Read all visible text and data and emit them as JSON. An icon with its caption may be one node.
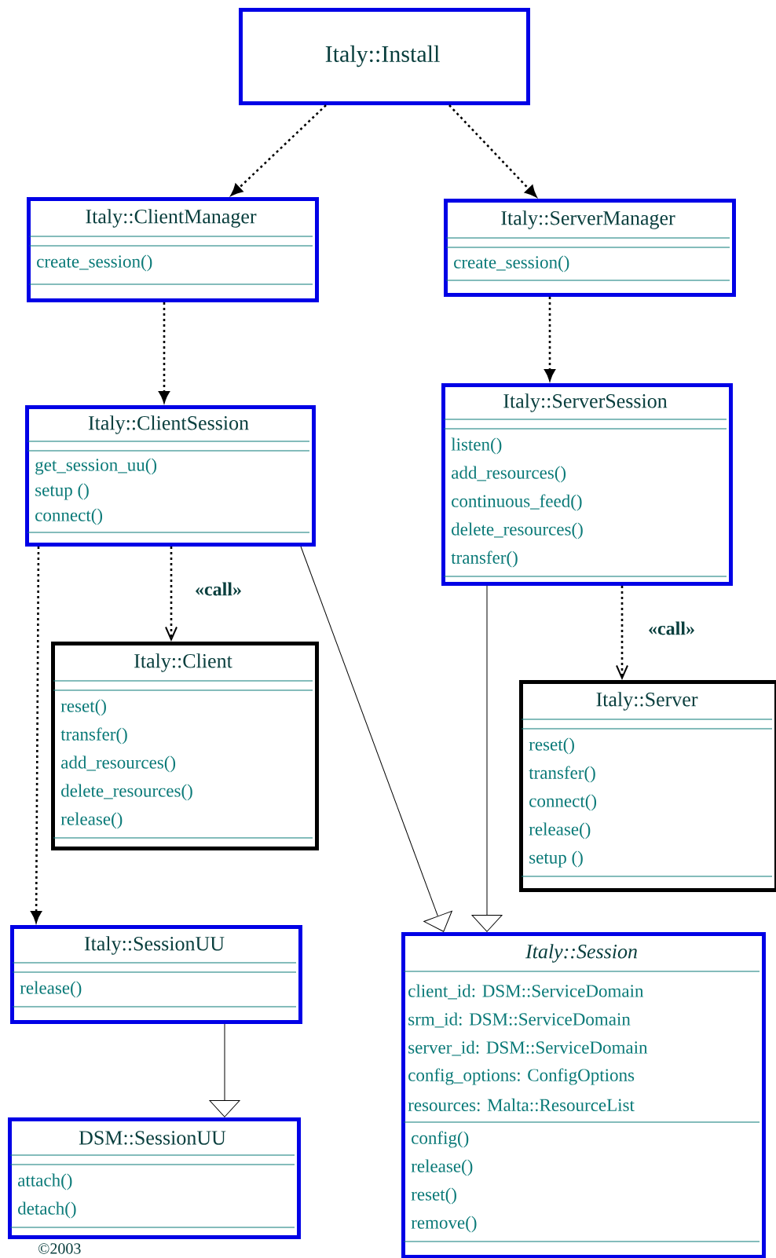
{
  "diagram": {
    "nodes": [
      {
        "text": [
          "Italy::Install"
        ]
      },
      {
        "text": [
          "Italy::ClientManager",
          "create_session()"
        ]
      },
      {
        "text": [
          "Italy::ServerManager",
          "create_session()"
        ]
      },
      {
        "text": [
          "Italy::ClientSession",
          "get_session_uu()",
          "setup ()",
          "connect()"
        ]
      },
      {
        "text": [
          "Italy::ServerSession",
          "listen()",
          "add_resources()",
          "continuous_feed()",
          "delete_resources()",
          "transfer()"
        ]
      },
      {
        "text": [
          "Italy::Client",
          "reset()",
          "transfer()",
          "add_resources()",
          "delete_resources()",
          "release()"
        ]
      },
      {
        "text": [
          "Italy::Server",
          "reset()",
          "transfer()",
          "connect()",
          "release()",
          "setup ()"
        ]
      },
      {
        "text": [
          "Italy::SessionUU",
          "release()"
        ]
      },
      {
        "text": [
          "Italy::Session",
          "client_id: DSM::ServiceDomain",
          "srm_id: DSM::ServiceDomain",
          "server_id: DSM::ServiceDomain",
          "config_options: ConfigOptions",
          "resources: Malta::ResourceList",
          "config()",
          "release()",
          "reset()",
          "remove()"
        ]
      },
      {
        "text": [
          "DSM::SessionUU",
          "attach()",
          "detach()"
        ]
      }
    ],
    "edges": [
      {
        "from": 0,
        "to": 1,
        "arrow": "to",
        "style": "dashed"
      },
      {
        "from": 0,
        "to": 2,
        "arrow": "to",
        "style": "dashed"
      },
      {
        "from": 1,
        "to": 3,
        "arrow": "to",
        "style": "dashed"
      },
      {
        "from": 2,
        "to": 4,
        "arrow": "to",
        "style": "dashed"
      },
      {
        "from": 3,
        "to": 5,
        "arrow": "to",
        "style": "dashed",
        "label": "«call»"
      },
      {
        "from": 4,
        "to": 6,
        "arrow": "to",
        "style": "dashed",
        "label": "«call»"
      },
      {
        "from": 3,
        "to": 7,
        "arrow": "to",
        "style": "dashed"
      },
      {
        "from": 3,
        "to": 8,
        "arrow": "to"
      },
      {
        "from": 4,
        "to": 8,
        "arrow": "to"
      },
      {
        "from": 7,
        "to": 9,
        "arrow": "to"
      }
    ],
    "labels": [
      "©2003"
    ]
  }
}
